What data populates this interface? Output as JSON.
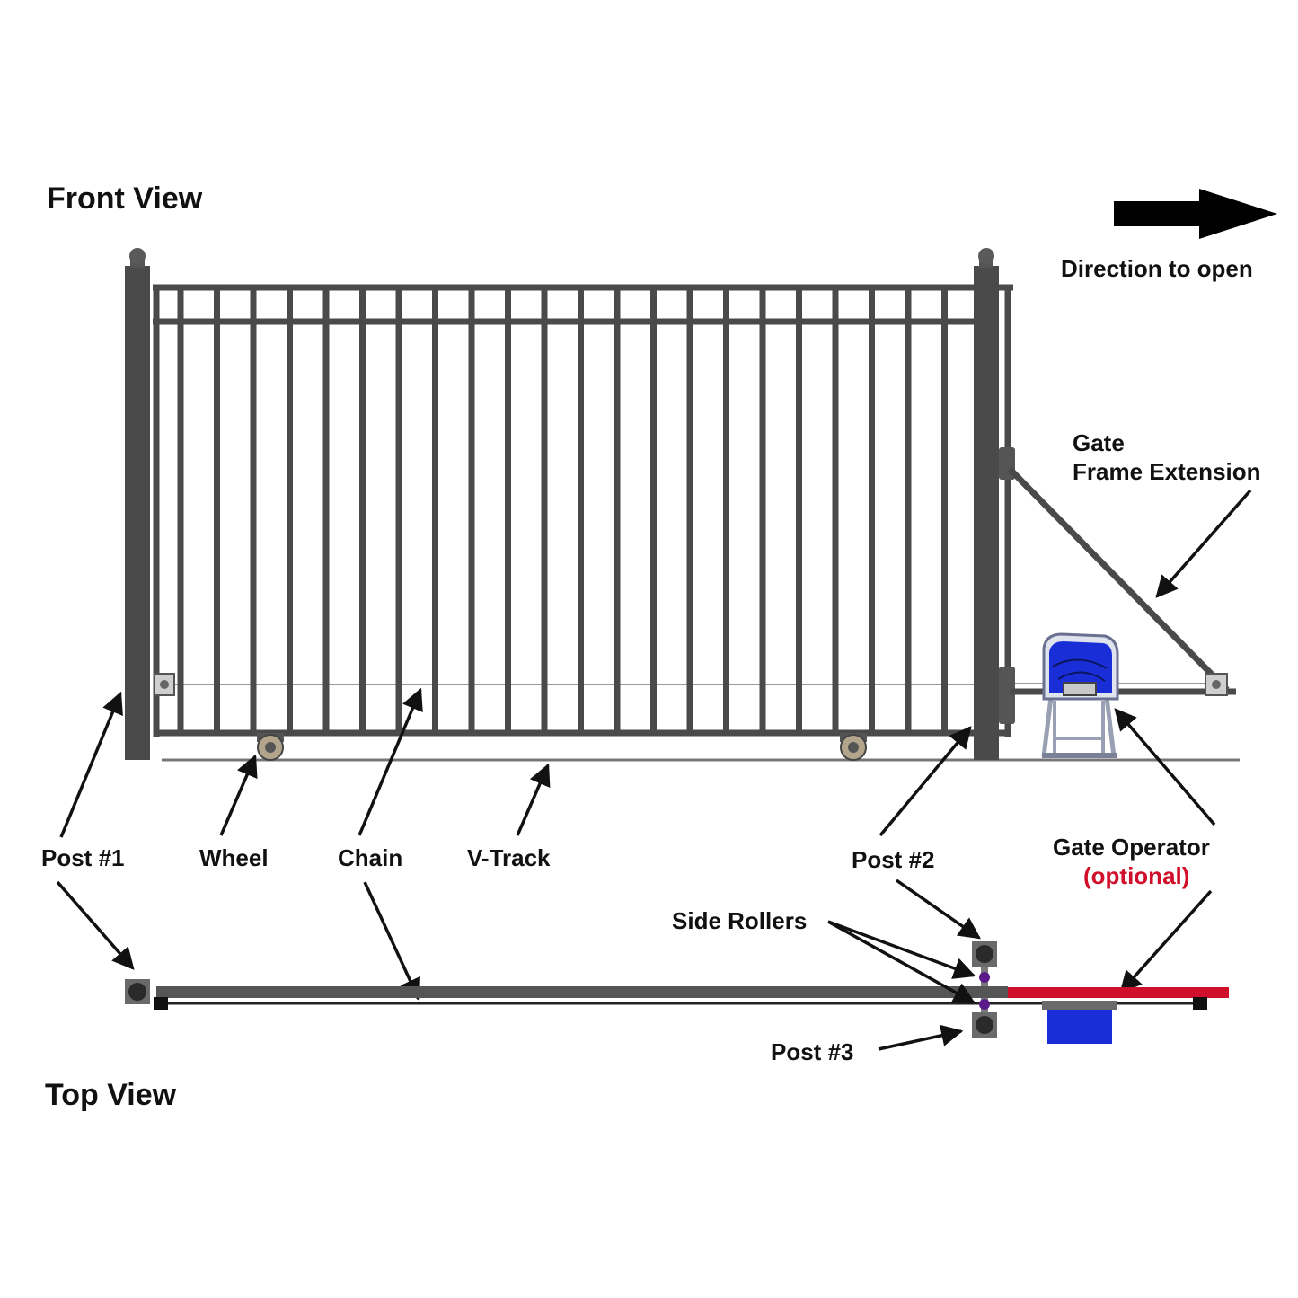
{
  "front_view": {
    "title": "Front View"
  },
  "top_view": {
    "title": "Top View"
  },
  "direction": {
    "label": "Direction to open"
  },
  "labels": {
    "gate_frame_extension_line1": "Gate",
    "gate_frame_extension_line2": "Frame Extension",
    "post1": "Post #1",
    "wheel": "Wheel",
    "chain": "Chain",
    "v_track": "V-Track",
    "post2": "Post #2",
    "gate_operator": "Gate Operator",
    "optional": "(optional)",
    "side_rollers": "Side Rollers",
    "post3": "Post #3"
  },
  "colors": {
    "steel": "#4a4a4a",
    "ink": "#111111",
    "optional_red": "#d0102a",
    "operator_blue": "#1a2ed8",
    "roller_purple": "#5a1a8a"
  },
  "icons": {
    "direction": "arrow-right-icon"
  }
}
